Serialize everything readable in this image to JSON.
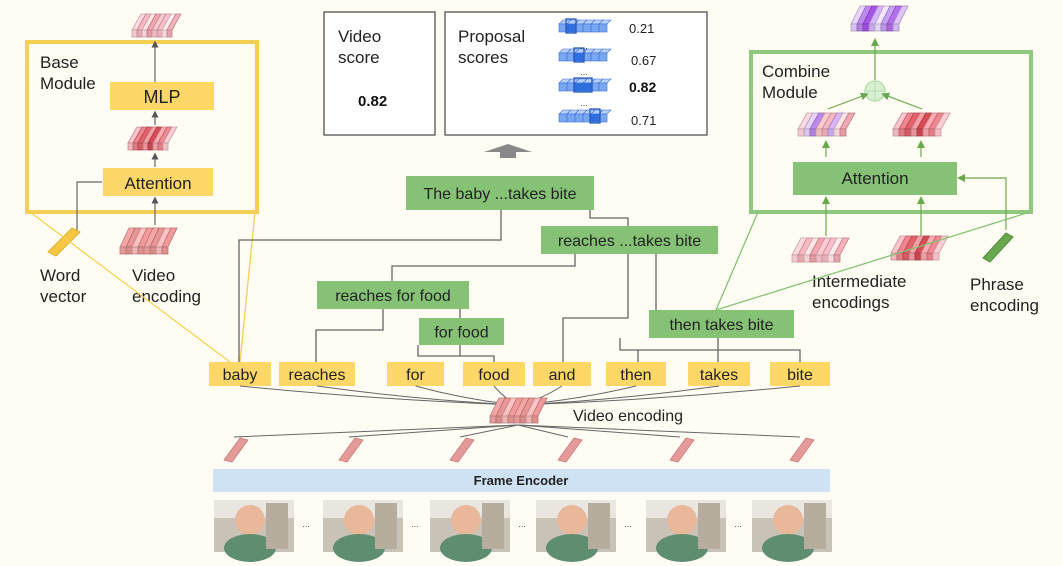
{
  "base_module": {
    "title_line1": "Base",
    "title_line2": "Module",
    "mlp_label": "MLP",
    "attention_label": "Attention"
  },
  "combine_module": {
    "title_line1": "Combine",
    "title_line2": "Module",
    "attention_label": "Attention"
  },
  "inputs": {
    "word_vector_line1": "Word",
    "word_vector_line2": "vector",
    "video_encoding_line1": "Video",
    "video_encoding_line2": "encoding",
    "intermediate_line1": "Intermediate",
    "intermediate_line2": "encodings",
    "phrase_line1": "Phrase",
    "phrase_line2": "encoding"
  },
  "video_score": {
    "label_line1": "Video",
    "label_line2": "score",
    "value": "0.82"
  },
  "proposal_scores": {
    "label_line1": "Proposal",
    "label_line2": "scores",
    "values": [
      "0.21",
      "0.67",
      "0.82",
      "0.71"
    ],
    "ellipsis": "..."
  },
  "tree": {
    "root": "The baby ...takes bite",
    "node_reaches_takes": "reaches ...takes bite",
    "node_reaches_food": "reaches for food",
    "node_for_food": "for food",
    "node_then_takes": "then takes bite"
  },
  "words": [
    "baby",
    "reaches",
    "for",
    "food",
    "and",
    "then",
    "takes",
    "bite"
  ],
  "video_encoding_label": "Video encoding",
  "frame_encoder_label": "Frame Encoder",
  "frame_ellipsis": "...",
  "colors": {
    "yellow": "#fdd868",
    "yellow_border": "#f5cf55",
    "green": "#86c276",
    "green_border": "#8fc87e",
    "blue_bar": "#cfe2f3",
    "cube_blue": "#5b8ff0",
    "pink": "#e59a9a",
    "purple": "#a25bd6",
    "phrase_green": "#6aa84f"
  }
}
